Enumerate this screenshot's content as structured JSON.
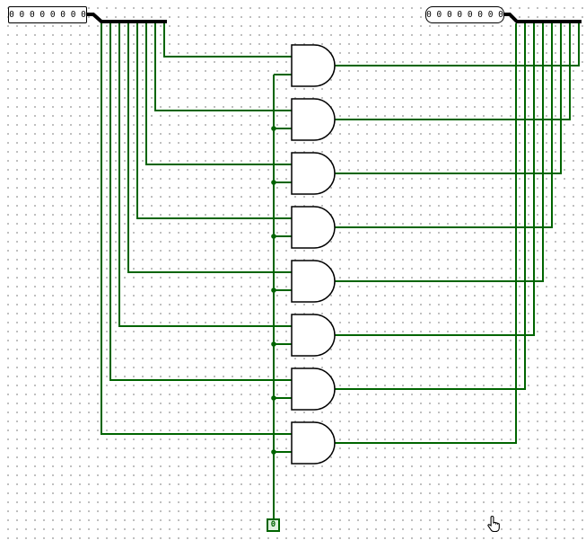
{
  "canvas": {
    "background": "#ffffff",
    "grid_dot_color": "#b5b5b5",
    "wire_color": "#006400",
    "gate_stroke_color": "#000000",
    "bus_color": "#000000"
  },
  "input_pin_left": {
    "display_value": "0 0 0 0 0 0 0 0",
    "value": "00000000",
    "bits": 8
  },
  "output_pin_right": {
    "display_value": "0 0 0 0 0 0 0 0",
    "value": "00000000",
    "bits": 8
  },
  "splitters": {
    "left_lines": 8,
    "right_lines": 8
  },
  "gates": {
    "type": "AND",
    "count": 8
  },
  "constant": {
    "value": "0"
  },
  "cursor": {
    "type": "hand-pointer"
  }
}
